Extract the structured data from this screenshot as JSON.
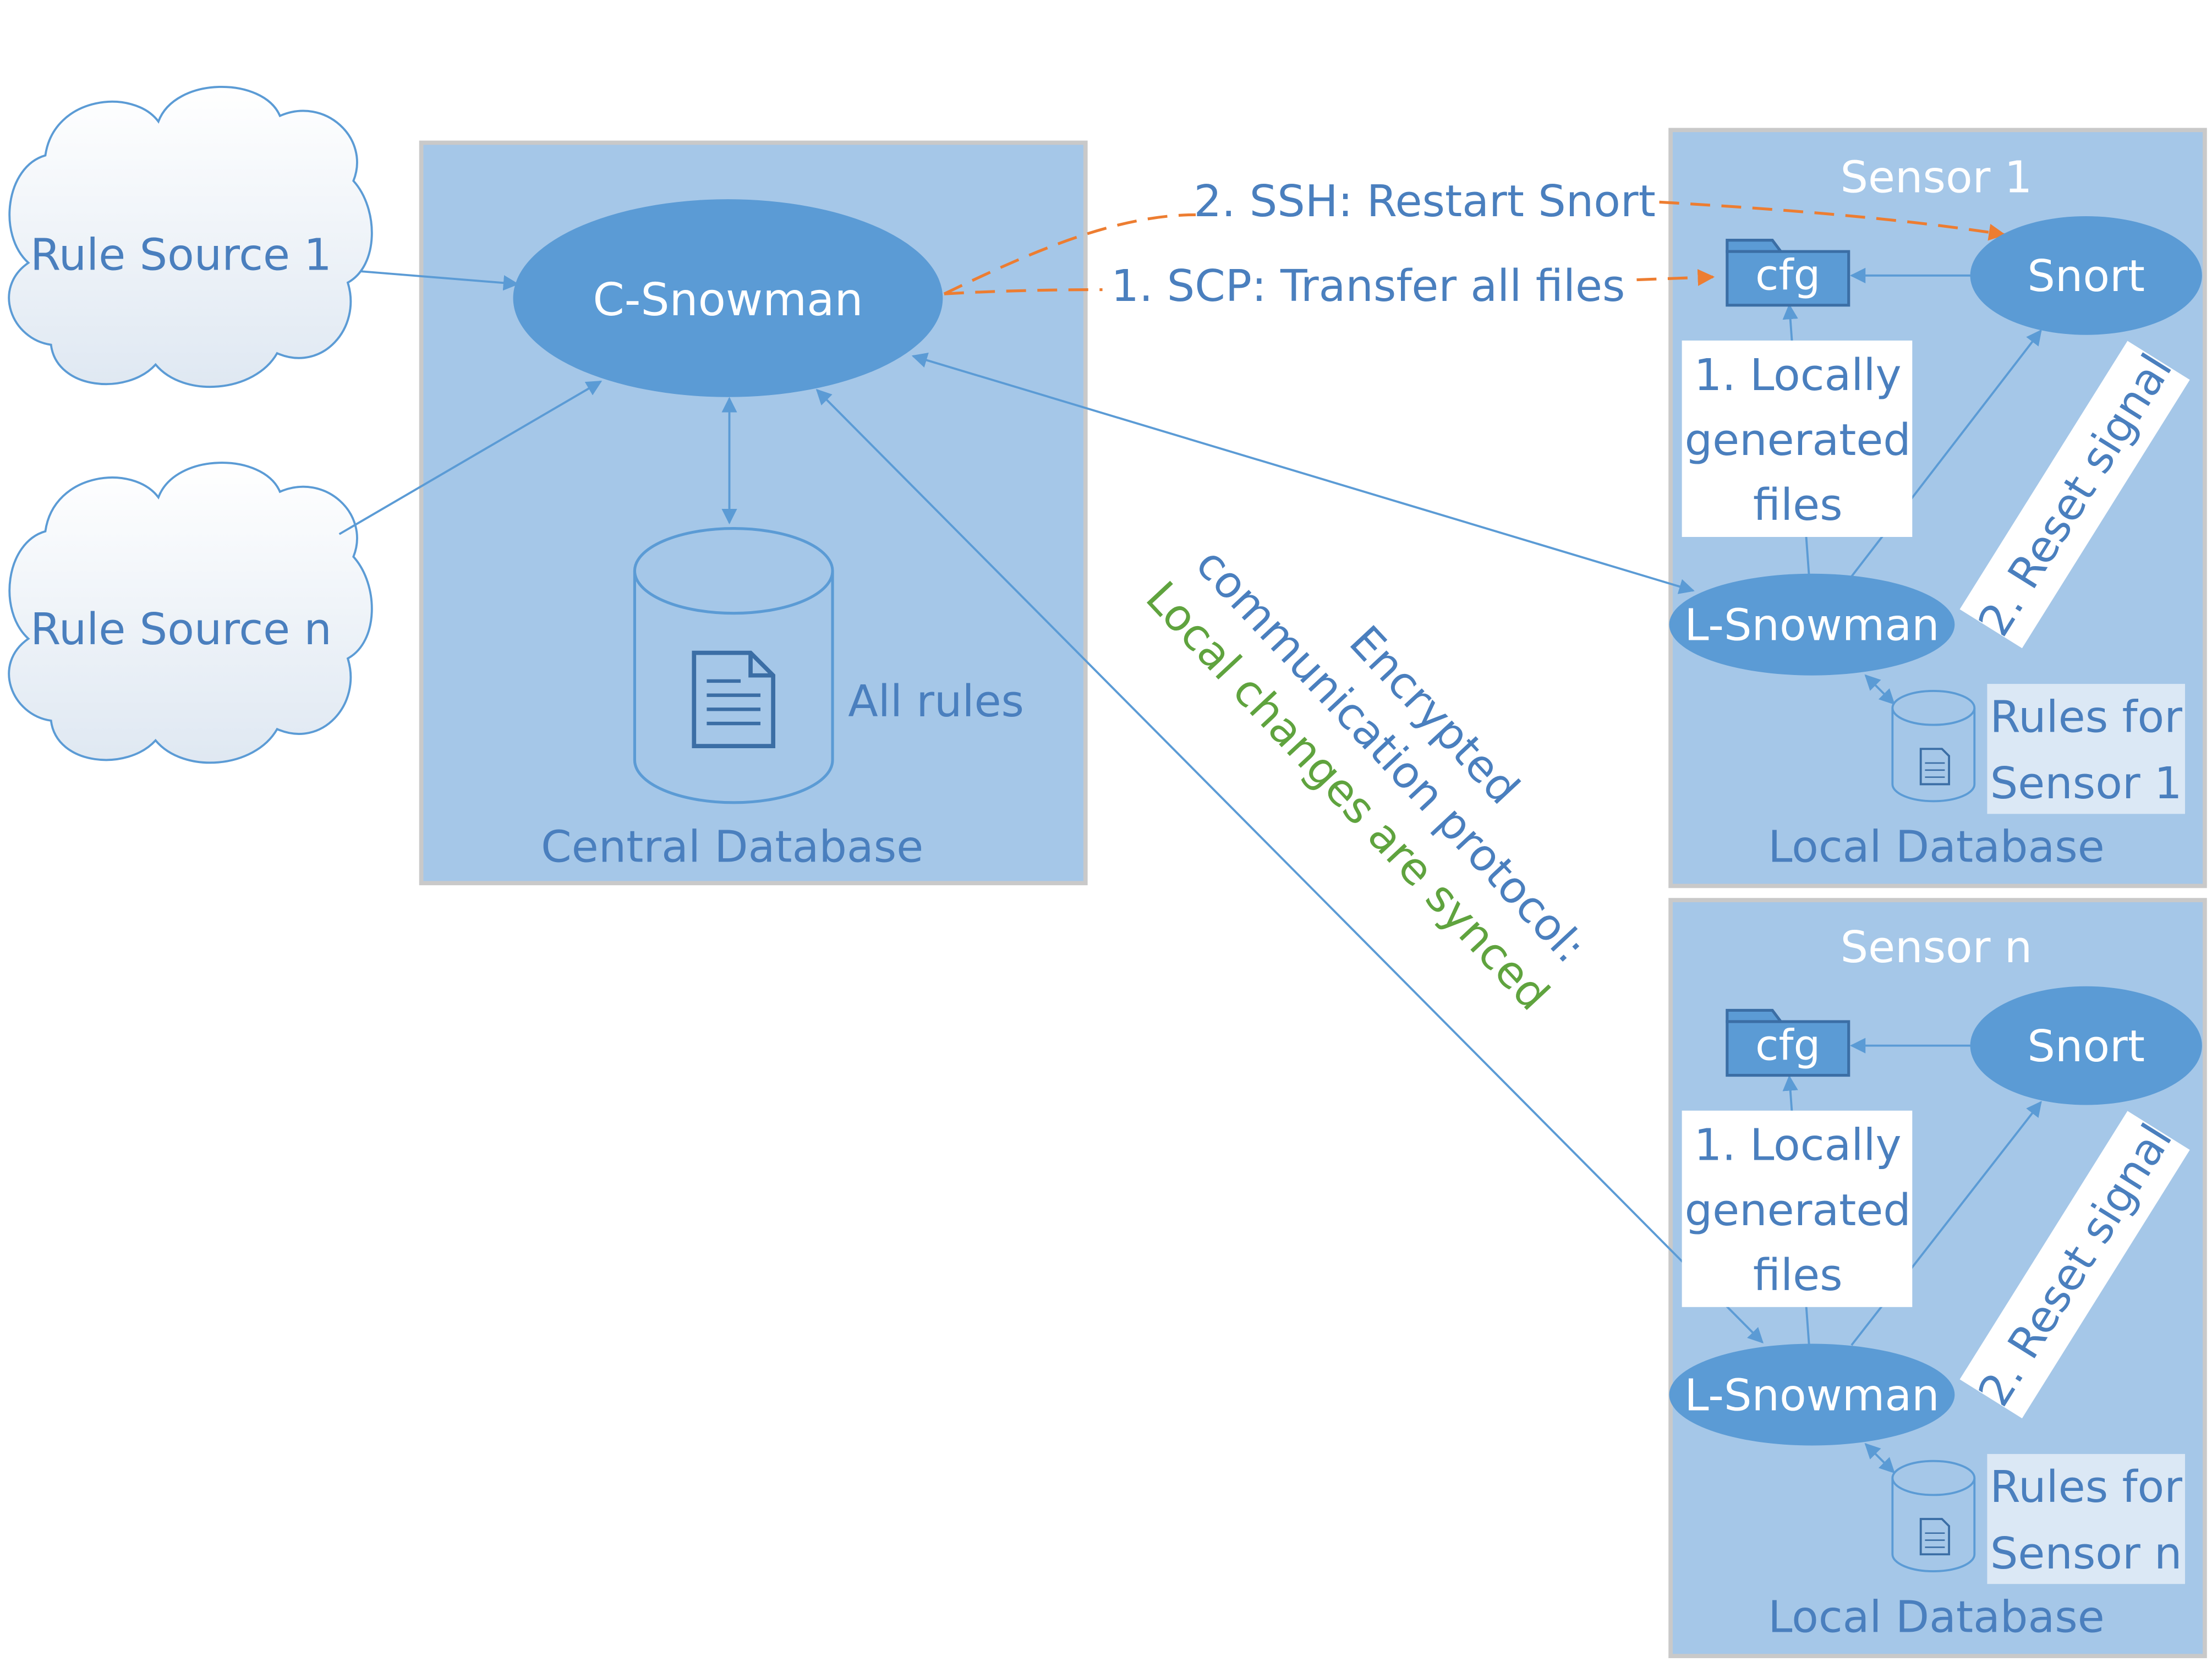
{
  "colors": {
    "panel_fill": "#a5c7e8",
    "panel_border": "#c9c9c9",
    "node_fill": "#5b9bd5",
    "text_blue": "#4a7fbe",
    "line_blue": "#5b9bd5",
    "orange": "#ed7d31",
    "green": "#5fa33e",
    "white": "#ffffff"
  },
  "sources": {
    "source_1": "Rule Source 1",
    "source_n": "Rule Source n"
  },
  "central": {
    "node": "C-Snowman",
    "db_label": "All rules",
    "panel_label": "Central Database"
  },
  "edges": {
    "ssh": "2. SSH: Restart Snort",
    "scp": "1. SCP: Transfer all files"
  },
  "protocol_note": {
    "line1": "Encrypted",
    "line2": "communication protocol:",
    "line3": "Local changes are synced"
  },
  "sensor_1": {
    "title": "Sensor 1",
    "cfg": "cfg",
    "snort": "Snort",
    "local_node": "L-Snowman",
    "generated": [
      "1. Locally",
      "generated",
      "files"
    ],
    "reset": "2. Reset signal",
    "rules": [
      "Rules for",
      "Sensor 1"
    ],
    "panel_label": "Local Database"
  },
  "sensor_n": {
    "title": "Sensor n",
    "cfg": "cfg",
    "snort": "Snort",
    "local_node": "L-Snowman",
    "generated": [
      "1. Locally",
      "generated",
      "files"
    ],
    "reset": "2. Reset signal",
    "rules": [
      "Rules for",
      "Sensor n"
    ],
    "panel_label": "Local Database"
  }
}
